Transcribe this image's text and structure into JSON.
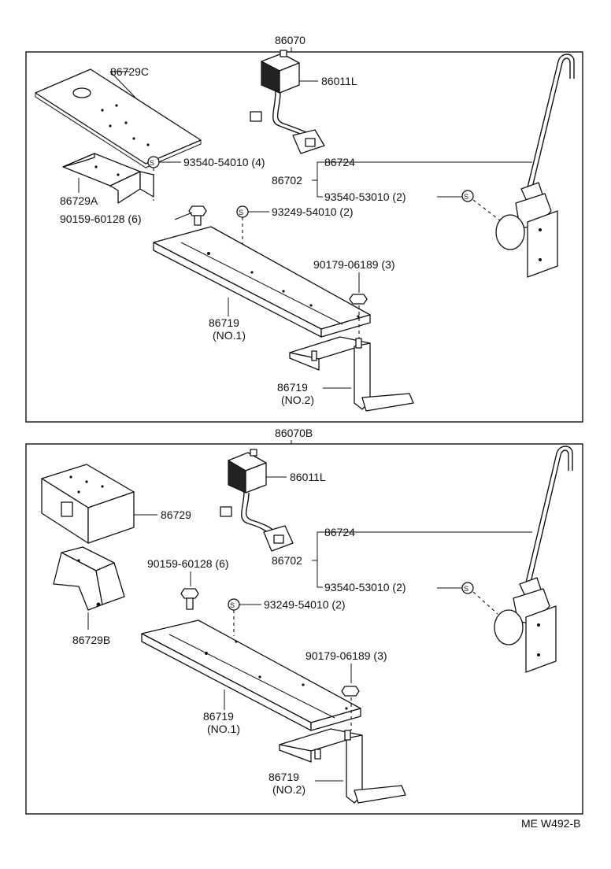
{
  "top": {
    "assembly": "86070",
    "labels": {
      "relay": "86011L",
      "plate": "86729C",
      "bracket_a": "86729A",
      "screw_4": "93540-54010 (4)",
      "bolt_6": "90159-60128 (6)",
      "screw_2": "93249-54010 (2)",
      "rod": "86724",
      "antenna": "86702",
      "screw_53010": "93540-53010 (2)",
      "nut_3": "90179-06189 (3)",
      "bracket_no1_num": "86719",
      "bracket_no1_tag": "(NO.1)",
      "bracket_no2_num": "86719",
      "bracket_no2_tag": "(NO.2)"
    }
  },
  "bottom": {
    "assembly": "86070B",
    "labels": {
      "relay": "86011L",
      "cover": "86729",
      "bracket_b": "86729B",
      "bolt_6": "90159-60128 (6)",
      "screw_2": "93249-54010 (2)",
      "rod": "86724",
      "antenna": "86702",
      "screw_53010": "93540-53010 (2)",
      "nut_3": "90179-06189 (3)",
      "bracket_no1_num": "86719",
      "bracket_no1_tag": "(NO.1)",
      "bracket_no2_num": "86719",
      "bracket_no2_tag": "(NO.2)"
    }
  },
  "footer_code": "ME  W492-B",
  "icons": [
    "screw-s-symbol-icon",
    "hex-bolt-icon",
    "flange-nut-icon",
    "relay-icon",
    "connector-icon"
  ]
}
